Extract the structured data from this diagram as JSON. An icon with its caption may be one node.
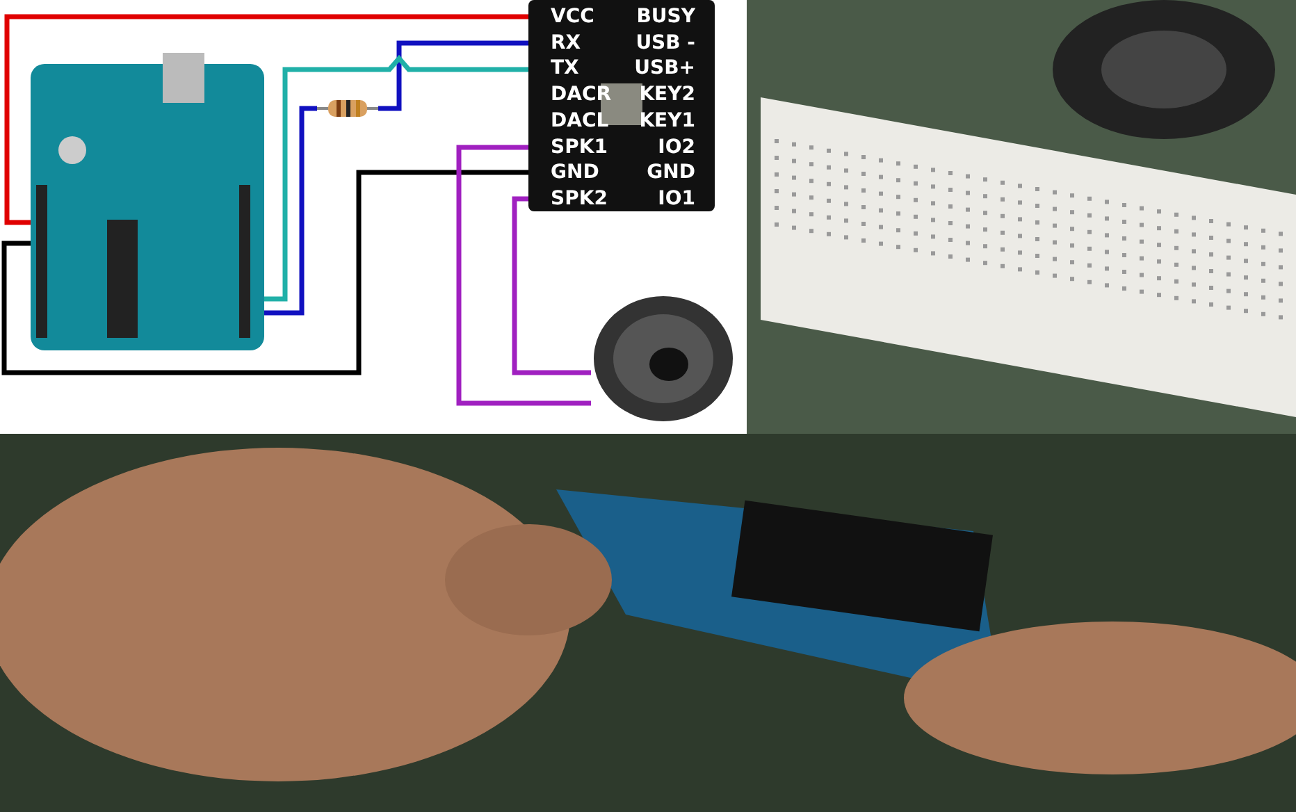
{
  "diagram": {
    "nodes": [
      {
        "text": [],
        "shape": "picture"
      },
      {
        "text": [],
        "shape": "picture"
      },
      {
        "text": [
          "VCC"
        ],
        "in": 1
      },
      {
        "text": [
          "BUSY"
        ],
        "in": 1
      },
      {
        "text": [
          "RX"
        ],
        "in": 1
      },
      {
        "text": [
          "USB -"
        ],
        "in": 1
      },
      {
        "text": [
          "TX"
        ],
        "in": 1
      },
      {
        "text": [
          "USB+"
        ],
        "in": 1
      },
      {
        "text": [
          "DACR"
        ],
        "in": 1
      },
      {
        "text": [
          "KEY2"
        ],
        "in": 1
      },
      {
        "text": [
          "DACL"
        ],
        "in": 1
      },
      {
        "text": [
          "KEY1"
        ],
        "in": 1
      },
      {
        "text": [
          "SPK1"
        ],
        "in": 1
      },
      {
        "text": [
          "IO2"
        ],
        "in": 1
      },
      {
        "text": [
          "GND"
        ],
        "in": 1
      },
      {
        "text": [
          "GND"
        ],
        "in": 1
      },
      {
        "text": [
          "SPK2"
        ],
        "in": 1
      },
      {
        "text": [
          "IO1"
        ],
        "in": 1
      },
      {
        "text": [],
        "shape": "picture"
      },
      {
        "text": [],
        "shape": "picture"
      },
      {
        "text": [],
        "shape": "picture"
      },
      {
        "text": [],
        "shape": "picture"
      }
    ],
    "edges": [
      {
        "from": 0,
        "to": 2,
        "arrow": "none",
        "color": "#e00000"
      },
      {
        "from": 0,
        "to": 18,
        "arrow": "none",
        "color": "#1010c0"
      },
      {
        "from": 18,
        "to": 4,
        "arrow": "none",
        "color": "#1010c0"
      },
      {
        "from": 0,
        "to": 6,
        "arrow": "none",
        "color": "#20b0a8"
      },
      {
        "from": 0,
        "to": 14,
        "arrow": "none",
        "color": "#000000"
      },
      {
        "from": 12,
        "to": 19,
        "arrow": "none",
        "color": "#a020c0"
      },
      {
        "from": 16,
        "to": 19,
        "arrow": "none",
        "color": "#a020c0"
      }
    ]
  }
}
